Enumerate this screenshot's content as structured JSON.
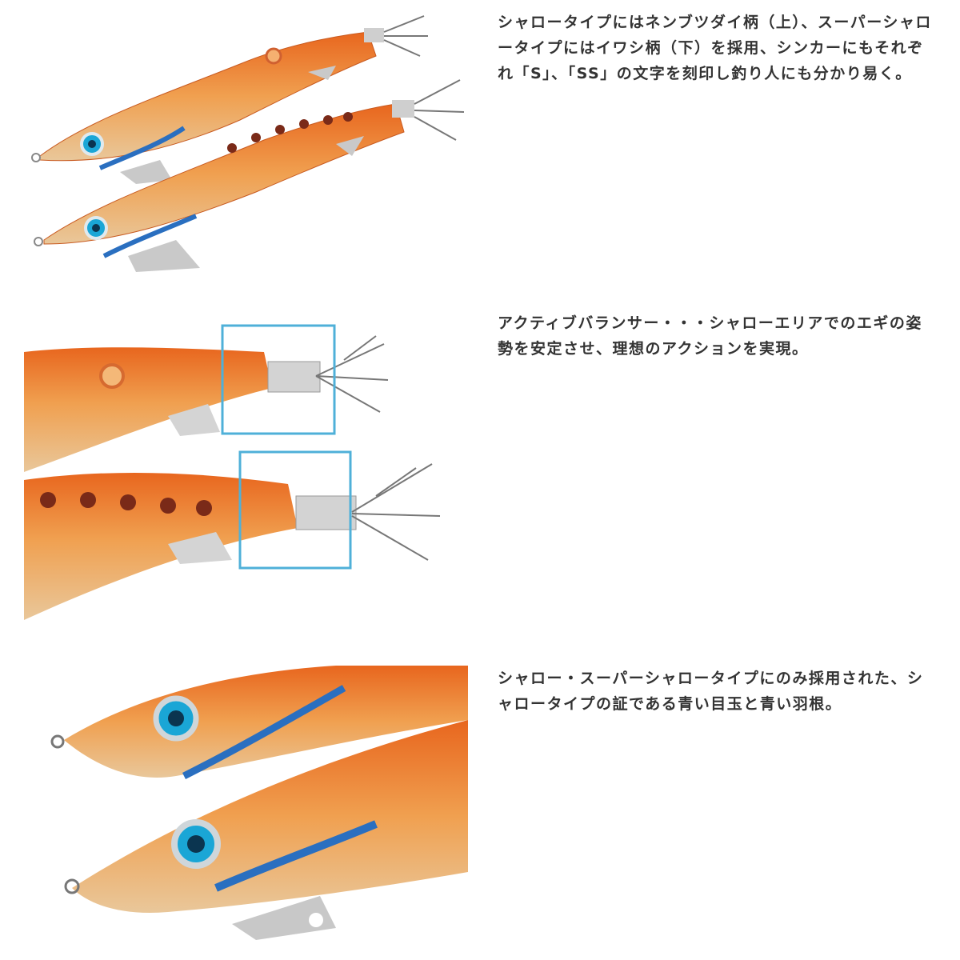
{
  "colors": {
    "body_orange": "#e8661e",
    "body_light": "#f0b46a",
    "belly": "#e9c79a",
    "eye_blue": "#1aa6d6",
    "feather_blue": "#2a6fc0",
    "highlight_box": "#4fb0d8",
    "sinker": "#b9b9b9"
  },
  "sections": [
    {
      "image_name": "shallow-type-patterns-image",
      "caption": "シャロータイプにはネンブツダイ柄（上）、スーパーシャロータイプにはイワシ柄（下）を採用、シンカーにもそれぞれ「S」、「SS」の文字を刻印し釣り人にも分かり易く。"
    },
    {
      "image_name": "active-balancer-image",
      "caption": "アクティブバランサー・・・シャローエリアでのエギの姿勢を安定させ、理想のアクションを実現。"
    },
    {
      "image_name": "blue-eye-feather-image",
      "caption": "シャロー・スーパーシャロータイプにのみ採用された、シャロータイプの証である青い目玉と青い羽根。"
    }
  ]
}
